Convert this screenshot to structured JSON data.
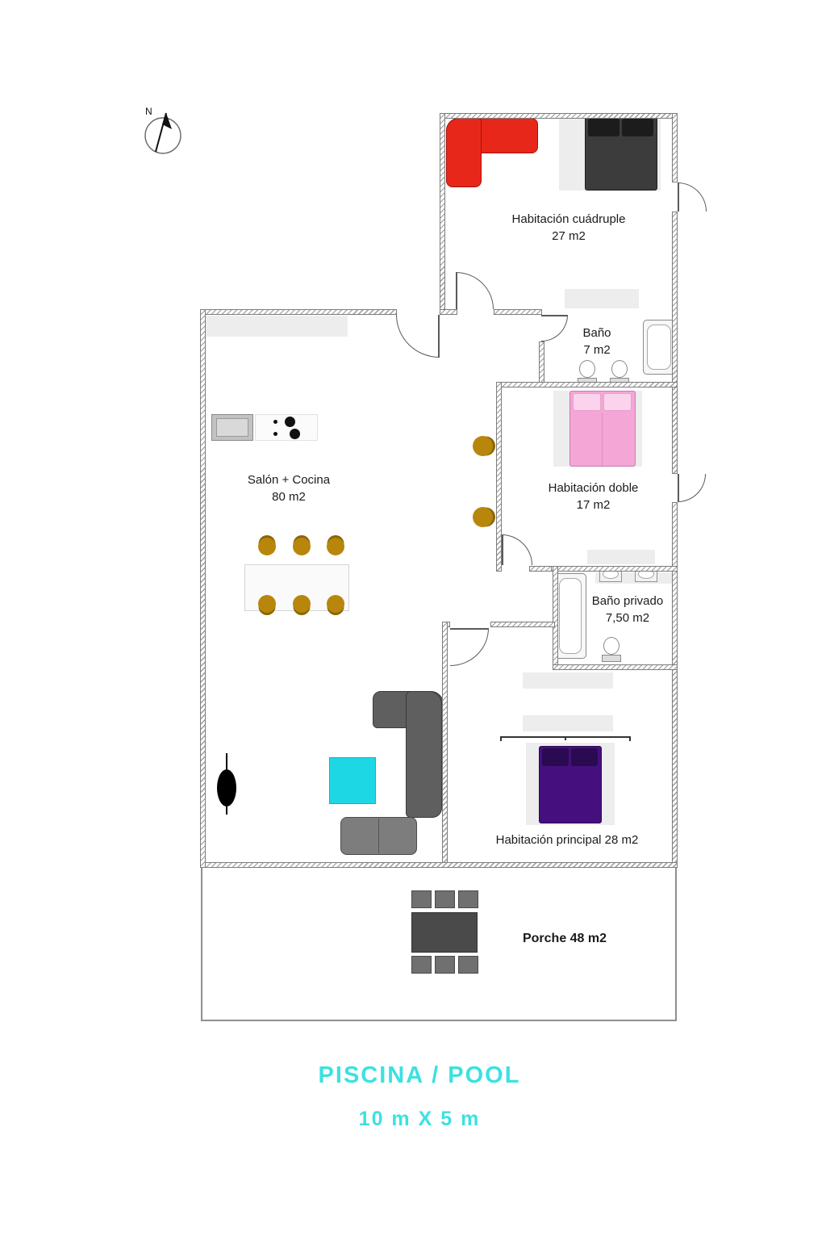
{
  "compass_label": "N",
  "rooms": {
    "cuadruple": {
      "name": "Habitación cuádruple",
      "area": "27 m2"
    },
    "bano": {
      "name": "Baño",
      "area": "7 m2"
    },
    "salon": {
      "name": "Salón + Cocina",
      "area": "80 m2"
    },
    "doble": {
      "name": "Habitación doble",
      "area": "17 m2"
    },
    "privado": {
      "name": "Baño privado",
      "area": "7,50 m2"
    },
    "principal": {
      "name": "Habitación principal 28 m2"
    },
    "porche": {
      "name": "Porche 48 m2"
    }
  },
  "pool": {
    "title": "PISCINA / POOL",
    "dimensions": "10 m X 5 m",
    "color": "#3CE1E1"
  },
  "colors": {
    "red_sofa": "#E8271B",
    "dark_bed": "#3C3C3C",
    "pink_bed": "#F4A6D7",
    "purple_bed": "#45107E",
    "cyan_rug": "#1ED7E4",
    "gold_chair": "#B8860B",
    "gray_sofa": "#5F5F5F",
    "porch_furniture": "#4A4A4A"
  }
}
